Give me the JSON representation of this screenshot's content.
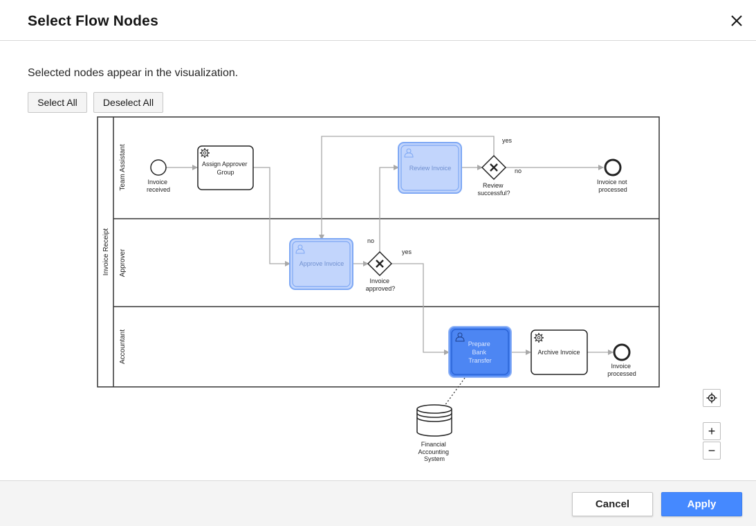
{
  "dialog": {
    "title": "Select Flow Nodes",
    "description": "Selected nodes appear in the visualization."
  },
  "toolbar": {
    "select_all": "Select All",
    "deselect_all": "Deselect All"
  },
  "diagram": {
    "pool": "Invoice Receipt",
    "lanes": {
      "team_assistant": "Team Assistant",
      "approver": "Approver",
      "accountant": "Accountant"
    },
    "nodes": {
      "start_event": [
        "Invoice",
        "received"
      ],
      "assign_group": [
        "Assign Approver",
        "Group"
      ],
      "review_invoice": "Review Invoice",
      "review_gateway": [
        "Review",
        "successful?"
      ],
      "end_not_processed": [
        "Invoice not",
        "processed"
      ],
      "approve_invoice": "Approve Invoice",
      "approve_gateway": [
        "Invoice",
        "approved?"
      ],
      "prepare_transfer": [
        "Prepare",
        "Bank",
        "Transfer"
      ],
      "archive_invoice": "Archive Invoice",
      "end_processed": [
        "Invoice",
        "processed"
      ],
      "datastore": [
        "Financial",
        "Accounting",
        "System"
      ]
    },
    "flow_labels": {
      "review_yes": "yes",
      "review_no": "no",
      "approve_no": "no",
      "approve_yes": "yes"
    },
    "colors": {
      "selected_light_fill": "#c2d5fc",
      "selected_light_stroke": "#7ea8f4",
      "selected_strong_fill": "#4d86f3",
      "selected_strong_stroke": "#2a63d6",
      "flow_line": "#a8a8a8"
    }
  },
  "controls": {
    "locate_icon": "crosshair-icon",
    "zoom_in": "+",
    "zoom_out": "−"
  },
  "footer": {
    "cancel": "Cancel",
    "apply": "Apply"
  }
}
